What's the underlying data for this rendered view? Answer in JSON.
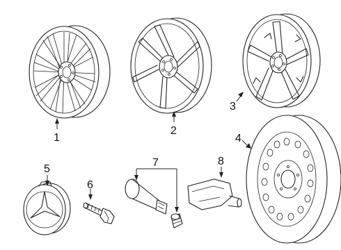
{
  "callouts": [
    {
      "id": "1",
      "part": "alloy-wheel-multispoke"
    },
    {
      "id": "2",
      "part": "alloy-wheel-twin-spoke"
    },
    {
      "id": "3",
      "part": "alloy-wheel-five-spoke"
    },
    {
      "id": "4",
      "part": "spare-wheel-steel"
    },
    {
      "id": "5",
      "part": "center-cap"
    },
    {
      "id": "6",
      "part": "lug-bolt"
    },
    {
      "id": "7",
      "part": "valve-stem-and-cap"
    },
    {
      "id": "8",
      "part": "tire-pressure-sensor"
    }
  ]
}
